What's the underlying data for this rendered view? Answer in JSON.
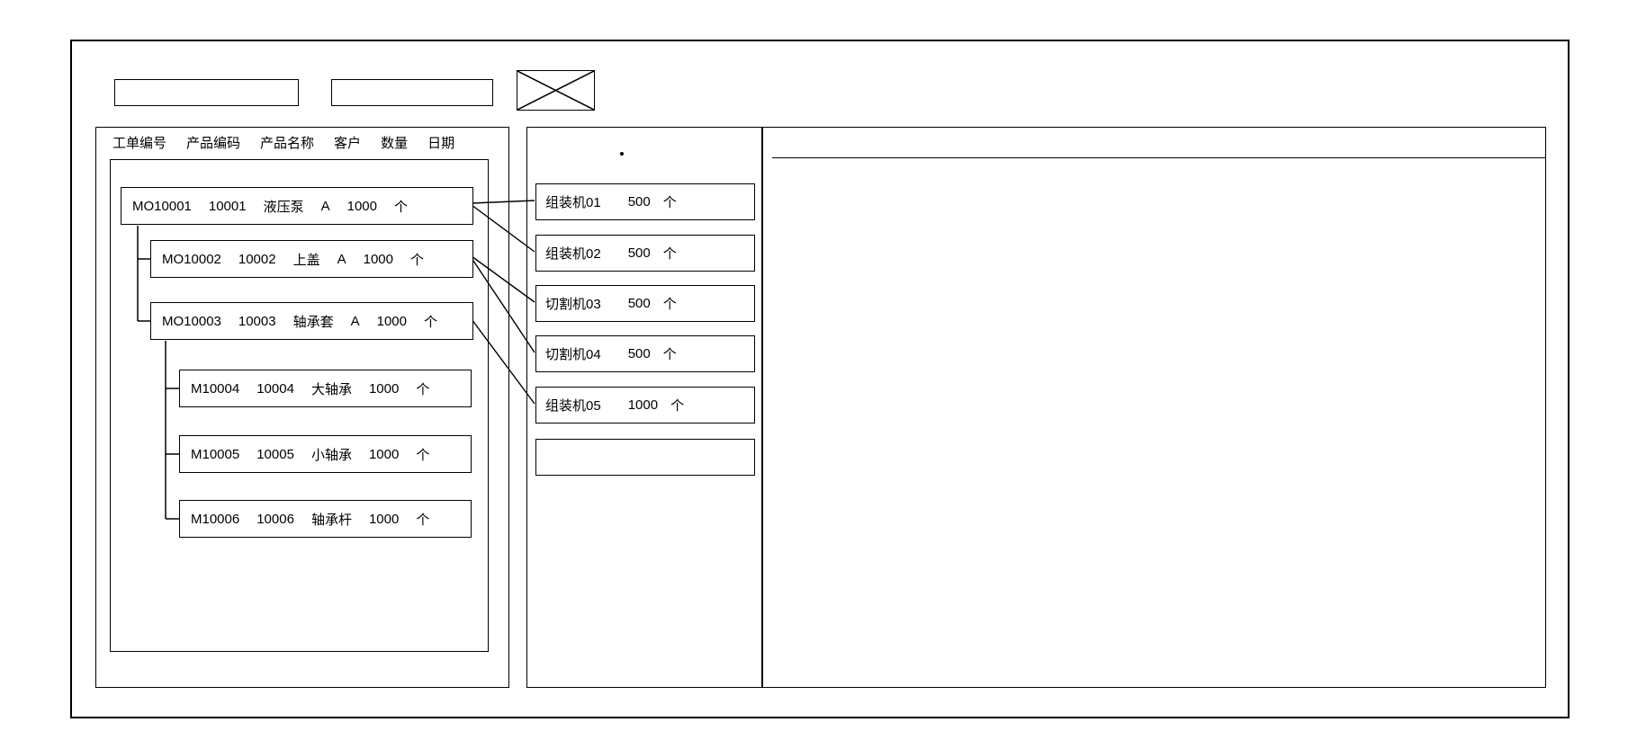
{
  "window": {
    "background": "#ffffff",
    "line_color": "#000000"
  },
  "toolbar": {
    "field1_value": "",
    "field2_value": ""
  },
  "work_order_panel": {
    "columns": [
      "工单编号",
      "产品编码",
      "产品名称",
      "客户",
      "数量",
      "日期"
    ],
    "orders": [
      {
        "order_no": "MO10001",
        "product_code": "10001",
        "product_name": "液压泵",
        "customer": "A",
        "quantity": "1000",
        "unit": "个",
        "level": 0
      },
      {
        "order_no": "MO10002",
        "product_code": "10002",
        "product_name": "上盖",
        "customer": "A",
        "quantity": "1000",
        "unit": "个",
        "level": 1
      },
      {
        "order_no": "MO10003",
        "product_code": "10003",
        "product_name": "轴承套",
        "customer": "A",
        "quantity": "1000",
        "unit": "个",
        "level": 1
      },
      {
        "order_no": "M10004",
        "product_code": "10004",
        "product_name": "大轴承",
        "quantity": "1000",
        "unit": "个",
        "level": 2
      },
      {
        "order_no": "M10005",
        "product_code": "10005",
        "product_name": "小轴承",
        "quantity": "1000",
        "unit": "个",
        "level": 2
      },
      {
        "order_no": "M10006",
        "product_code": "10006",
        "product_name": "轴承杆",
        "quantity": "1000",
        "unit": "个",
        "level": 2
      }
    ]
  },
  "machine_panel": {
    "machines": [
      {
        "name": "组装机01",
        "quantity": "500",
        "unit": "个"
      },
      {
        "name": "组装机02",
        "quantity": "500",
        "unit": "个"
      },
      {
        "name": "切割机03",
        "quantity": "500",
        "unit": "个"
      },
      {
        "name": "切割机04",
        "quantity": "500",
        "unit": "个"
      },
      {
        "name": "组装机05",
        "quantity": "1000",
        "unit": "个"
      },
      {
        "name": "",
        "quantity": "",
        "unit": ""
      }
    ]
  },
  "connections": [
    {
      "from": "MO10001",
      "to": "组装机01"
    },
    {
      "from": "MO10001",
      "to": "组装机02"
    },
    {
      "from": "MO10002",
      "to": "切割机03"
    },
    {
      "from": "MO10002",
      "to": "切割机04"
    },
    {
      "from": "MO10003",
      "to": "组装机05"
    }
  ]
}
